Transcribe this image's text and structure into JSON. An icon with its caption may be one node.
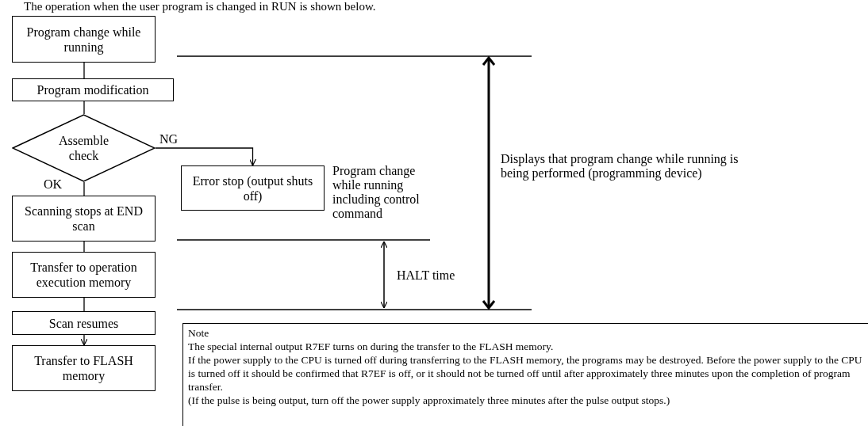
{
  "diagram": {
    "title": "The operation when the user program is changed in RUN is shown below.",
    "nodes": [
      {
        "text": [
          "Program change while running"
        ]
      },
      {
        "text": [
          "Program modification"
        ]
      },
      {
        "text": [
          "Assemble check"
        ]
      },
      {
        "text": [
          "Error stop (output shuts off)"
        ]
      },
      {
        "text": [
          "Scanning stops at END scan"
        ]
      },
      {
        "text": [
          "Transfer to operation execution memory"
        ]
      },
      {
        "text": [
          "Scan resumes"
        ]
      },
      {
        "text": [
          "Transfer to FLASH memory"
        ]
      },
      {
        "text": [
          "Note",
          "The special internal output R7EF turns on during the transfer to the FLASH memory.",
          "If the power supply to the CPU is turned off during transferring to the FLASH memory, the programs may be destroyed. Before the power supply to the CPU is turned off it should be confirmed that R7EF is off, or it should not be turned off until after approximately three minutes upon the completion of program transfer.",
          "(If the pulse is being output, turn off the power supply approximately three minutes after the pulse output stops.)"
        ]
      }
    ],
    "edges": [
      {
        "from": 0,
        "to": 1,
        "arrow": "none"
      },
      {
        "from": 1,
        "to": 2,
        "arrow": "none"
      },
      {
        "from": 2,
        "to": 3,
        "arrow": "to",
        "label": "NG"
      },
      {
        "from": 2,
        "to": 4,
        "arrow": "none",
        "label": "OK"
      },
      {
        "from": 4,
        "to": 5,
        "arrow": "none"
      },
      {
        "from": 5,
        "to": 6,
        "arrow": "none"
      },
      {
        "from": 6,
        "to": 7,
        "arrow": "to"
      }
    ],
    "labels": [
      "Program change while running including control command",
      "HALT time",
      "Displays that program change while running is being performed (programming device)"
    ]
  }
}
